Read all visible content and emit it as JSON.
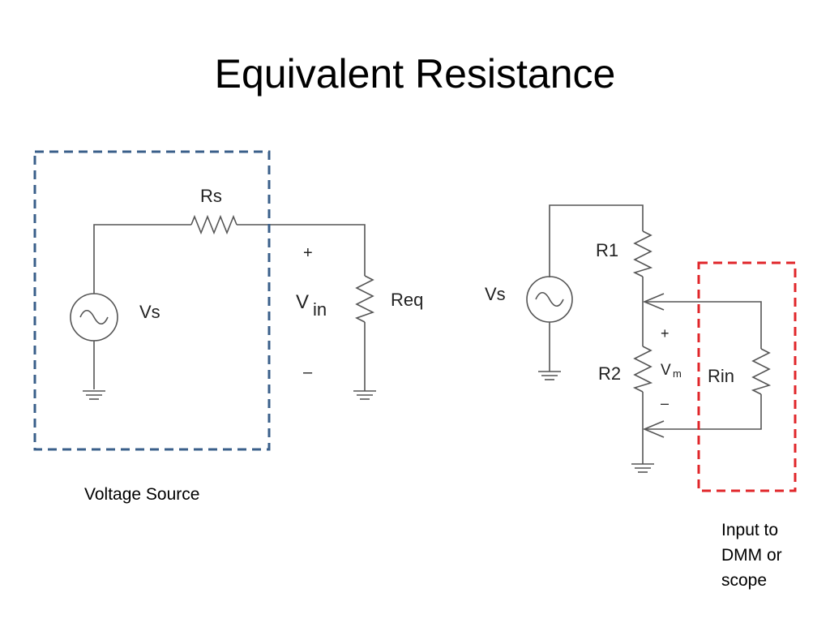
{
  "title": "Equivalent Resistance",
  "colors": {
    "box_left": "#3a5f8a",
    "box_right": "#e0262a",
    "wire": "#555555"
  },
  "left_circuit": {
    "source_label": "Vs",
    "series_resistor_label": "Rs",
    "load_resistor_label": "Req",
    "plus": "+",
    "minus": "–",
    "voltage_main": "V",
    "voltage_sub": "in"
  },
  "right_circuit": {
    "source_label": "Vs",
    "r1_label": "R1",
    "r2_label": "R2",
    "rin_label": "Rin",
    "plus": "+",
    "minus": "–",
    "voltage_main": "V",
    "voltage_sub": "m"
  },
  "captions": {
    "voltage_source": "Voltage Source",
    "input_line1": "Input to",
    "input_line2": "DMM or",
    "input_line3": "scope"
  }
}
